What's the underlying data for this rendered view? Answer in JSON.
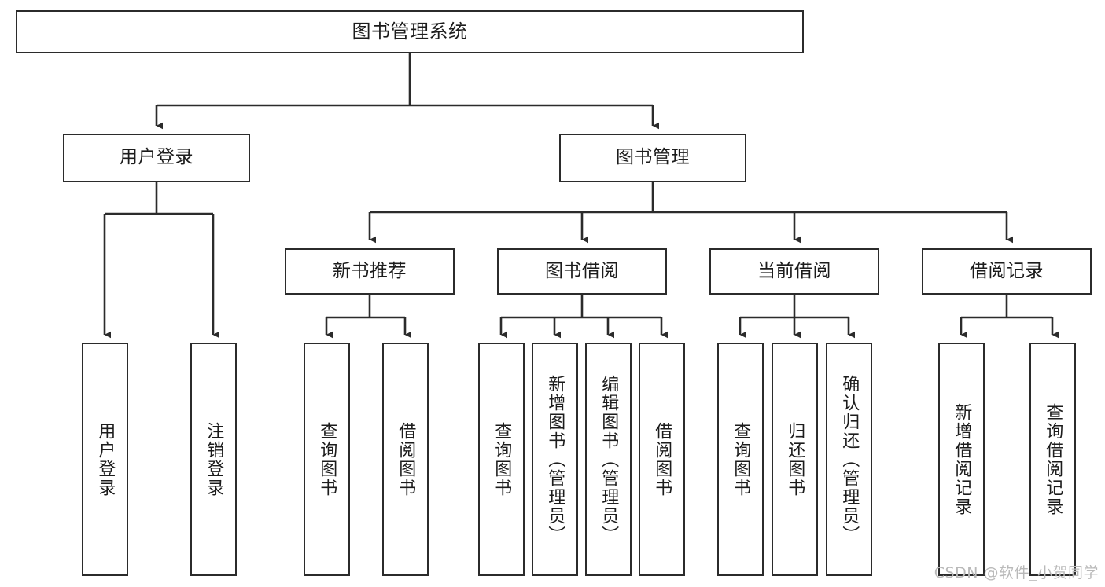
{
  "diagram": {
    "title": "图书管理系统",
    "type": "tree-hierarchy",
    "watermark": "CSDN @软件_小贺同学",
    "colors": {
      "stroke": "#2b2b2b",
      "fill": "#ffffff",
      "text": "#1c1c1c",
      "watermark": "#b9b9b9"
    },
    "nodes": {
      "root": {
        "label": "图书管理系统"
      },
      "level2": [
        {
          "id": "user-login",
          "label": "用户登录"
        },
        {
          "id": "book-manage",
          "label": "图书管理"
        }
      ],
      "level3": [
        {
          "id": "new-book-recommend",
          "label": "新书推荐"
        },
        {
          "id": "book-borrow",
          "label": "图书借阅"
        },
        {
          "id": "current-borrow",
          "label": "当前借阅"
        },
        {
          "id": "borrow-record",
          "label": "借阅记录"
        }
      ],
      "leaves": [
        {
          "id": "leaf-user-login",
          "label": "用户登录",
          "parent": "user-login"
        },
        {
          "id": "leaf-logout-login",
          "label": "注销登录",
          "parent": "user-login"
        },
        {
          "id": "leaf-query-book-1",
          "label": "查询图书",
          "parent": "new-book-recommend"
        },
        {
          "id": "leaf-borrow-book-1",
          "label": "借阅图书",
          "parent": "new-book-recommend"
        },
        {
          "id": "leaf-query-book-2",
          "label": "查询图书",
          "parent": "book-borrow"
        },
        {
          "id": "leaf-add-book",
          "label": "新增图书（管理员）",
          "parent": "book-borrow"
        },
        {
          "id": "leaf-edit-book",
          "label": "编辑图书（管理员）",
          "parent": "book-borrow"
        },
        {
          "id": "leaf-borrow-book-2",
          "label": "借阅图书",
          "parent": "book-borrow"
        },
        {
          "id": "leaf-query-book-3",
          "label": "查询图书",
          "parent": "current-borrow"
        },
        {
          "id": "leaf-return-book",
          "label": "归还图书",
          "parent": "current-borrow"
        },
        {
          "id": "leaf-confirm-return",
          "label": "确认归还（管理员）",
          "parent": "current-borrow"
        },
        {
          "id": "leaf-add-record",
          "label": "新增借阅记录",
          "parent": "borrow-record"
        },
        {
          "id": "leaf-query-record",
          "label": "查询借阅记录",
          "parent": "borrow-record"
        }
      ]
    }
  }
}
